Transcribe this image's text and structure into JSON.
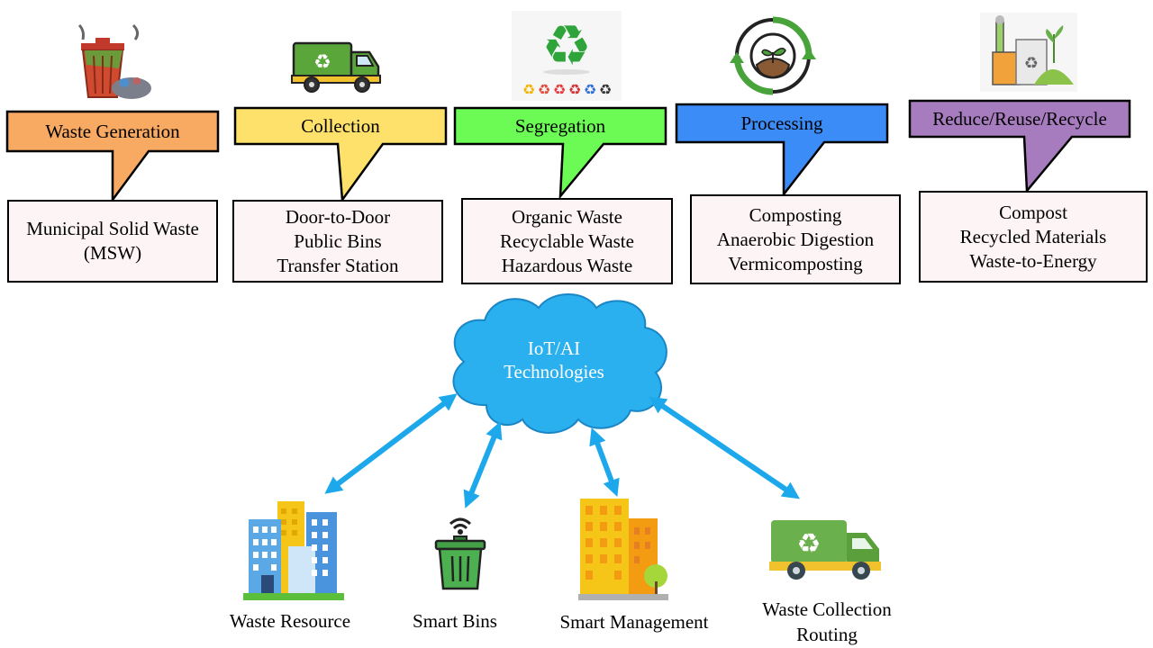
{
  "stages": [
    {
      "label": "Waste Generation",
      "details": [
        "Municipal Solid Waste",
        "(MSW)"
      ],
      "color": "#f8a962",
      "icon": "trash-can-icon"
    },
    {
      "label": "Collection",
      "details": [
        "Door-to-Door",
        "Public Bins",
        "Transfer Station"
      ],
      "color": "#fde16a",
      "icon": "garbage-truck-icon"
    },
    {
      "label": "Segregation",
      "details": [
        "Organic Waste",
        "Recyclable Waste",
        "Hazardous Waste"
      ],
      "color": "#6bfb54",
      "icon": "recycle-icon"
    },
    {
      "label": "Processing",
      "details": [
        "Composting",
        "Anaerobic Digestion",
        "Vermicomposting"
      ],
      "color": "#3c8cf7",
      "icon": "compost-cycle-icon"
    },
    {
      "label": "Reduce/Reuse/Recycle",
      "details": [
        "Compost",
        "Recycled Materials",
        "Waste-to-Energy"
      ],
      "color": "#a77cbf",
      "icon": "green-factory-icon"
    }
  ],
  "hub": {
    "lines": [
      "IoT/AI",
      "Technologies"
    ],
    "color": "#2ab0ef"
  },
  "nodes": [
    {
      "label": [
        "Waste Resource"
      ],
      "icon": "city-buildings-icon"
    },
    {
      "label": [
        "Smart Bins"
      ],
      "icon": "smart-bin-icon"
    },
    {
      "label": [
        "Smart Management"
      ],
      "icon": "office-building-icon"
    },
    {
      "label": [
        "Waste Collection",
        "Routing"
      ],
      "icon": "recycling-truck-icon"
    }
  ],
  "colors": {
    "arrow": "#1ea8ec",
    "detail_bg": "#fdf5f5"
  }
}
